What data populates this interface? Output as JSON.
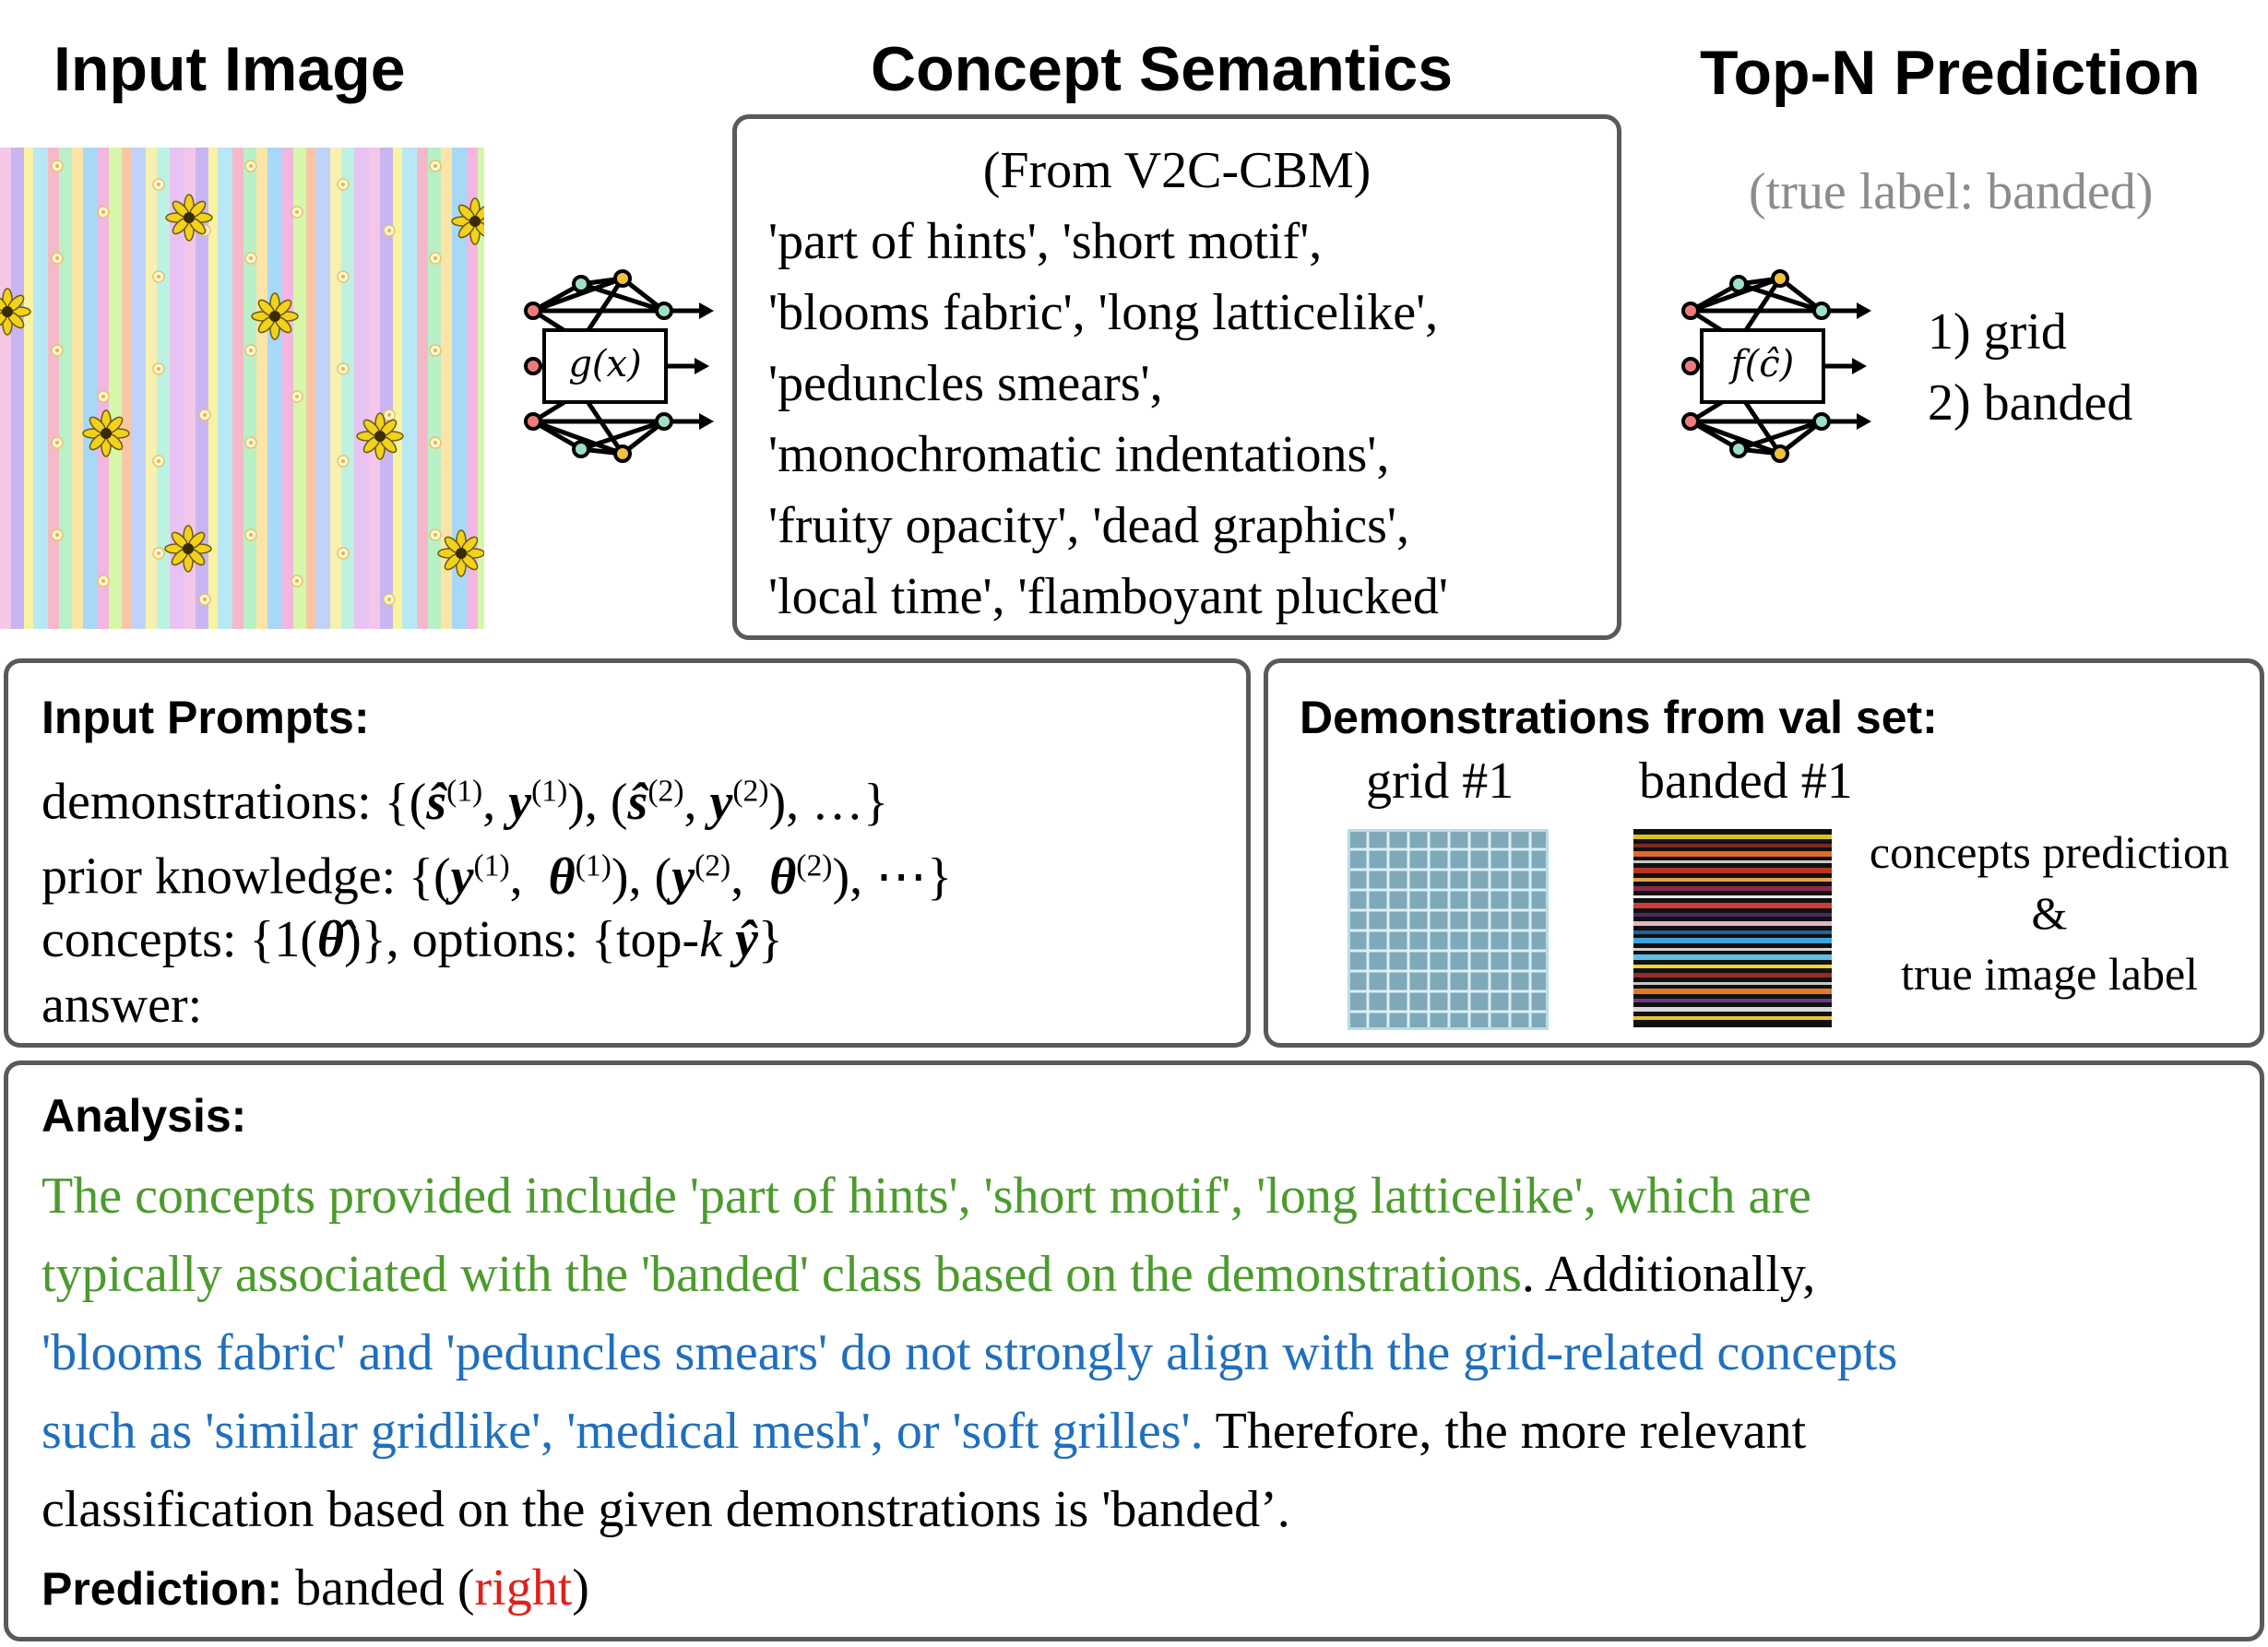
{
  "headings": {
    "input_image": "Input Image",
    "concept_semantics": "Concept Semantics",
    "top_n": "Top-N Prediction"
  },
  "concept_box": {
    "source": "(From V2C-CBM)",
    "lines": [
      "'part of hints', 'short motif',",
      "'blooms fabric', 'long latticelike',",
      "'peduncles smears',",
      "'monochromatic indentations',",
      "'fruity opacity', 'dead graphics',",
      "'local time', 'flamboyant plucked'"
    ]
  },
  "networks": {
    "g_label": "g(x)",
    "f_label": "f(ĉ)"
  },
  "top_n": {
    "true_label": "(true label: banded)",
    "items": [
      "1) grid",
      "2) banded"
    ]
  },
  "input_prompts": {
    "title": "Input Prompts:",
    "demonstrations_label": "demonstrations:",
    "prior_label": "prior knowledge:",
    "concepts_label": "concepts:",
    "options_label": ", options:",
    "answer_label": "answer:"
  },
  "demonstrations": {
    "title": "Demonstrations from val set:",
    "grid_caption": "grid #1",
    "banded_caption": "banded #1",
    "note_lines": [
      "concepts prediction",
      "&",
      "true image label"
    ]
  },
  "analysis": {
    "title": "Analysis:",
    "green_1": "The concepts provided include 'part of hints', 'short motif', 'long latticelike', which are",
    "green_2": "typically associated with the 'banded' class based on the demonstrations",
    "black_2": ". Additionally,",
    "blue_3": "'blooms fabric' and 'peduncles smears' do not strongly align with the grid-related concepts",
    "blue_4": "such as 'similar gridlike', 'medical mesh', or 'soft grilles'.",
    "black_4": " Therefore, the more relevant",
    "black_5": "classification based on the given demonstrations is 'banded’.",
    "prediction_label": "Prediction:",
    "prediction_value": " banded (",
    "prediction_status": "right",
    "prediction_close": ")"
  },
  "colors": {
    "green": "#4b9b2d",
    "blue": "#1f6fbf",
    "red": "#e0201b",
    "border": "#595959"
  }
}
